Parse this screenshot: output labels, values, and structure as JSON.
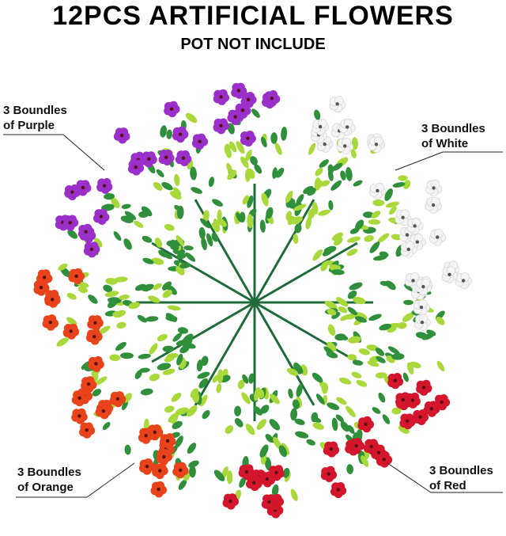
{
  "title": "12PCS ARTIFICIAL FLOWERS",
  "subtitle": "POT NOT INCLUDE",
  "labels": {
    "purple": {
      "line1": "3 Boundles",
      "line2": "of Purple"
    },
    "white": {
      "line1": "3 Boundles",
      "line2": "of White"
    },
    "orange": {
      "line1": "3 Boundles",
      "line2": "of Orange"
    },
    "red": {
      "line1": "3 Boundles",
      "line2": "of Red"
    }
  },
  "colors": {
    "purple": "#9b2fc9",
    "white": "#f4f4f4",
    "orange": "#e8431a",
    "red": "#d4162d",
    "leaf_dark": "#2f8f3a",
    "leaf_light": "#a8d83a",
    "stem": "#1f6b3a"
  }
}
